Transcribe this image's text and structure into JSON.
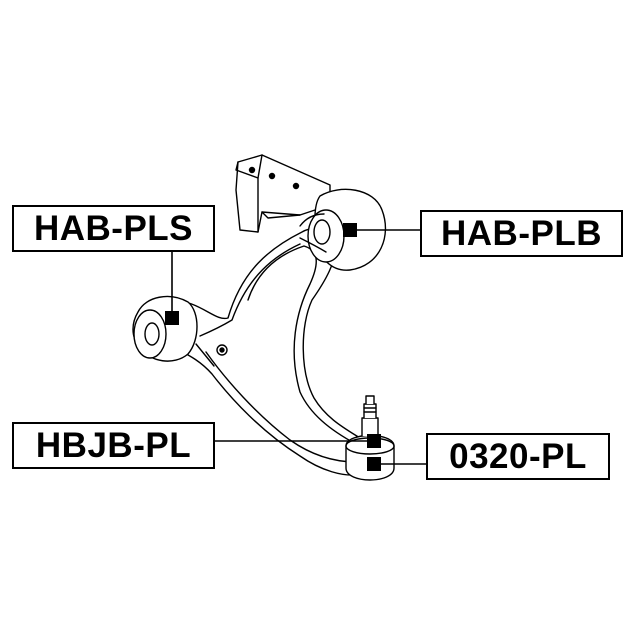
{
  "labels": {
    "hab_pls": "HAB-PLS",
    "hab_plb": "HAB-PLB",
    "hbjb_pl": "HBJB-PL",
    "p0320_pl": "0320-PL"
  },
  "colors": {
    "line": "#000000",
    "background": "#ffffff"
  }
}
